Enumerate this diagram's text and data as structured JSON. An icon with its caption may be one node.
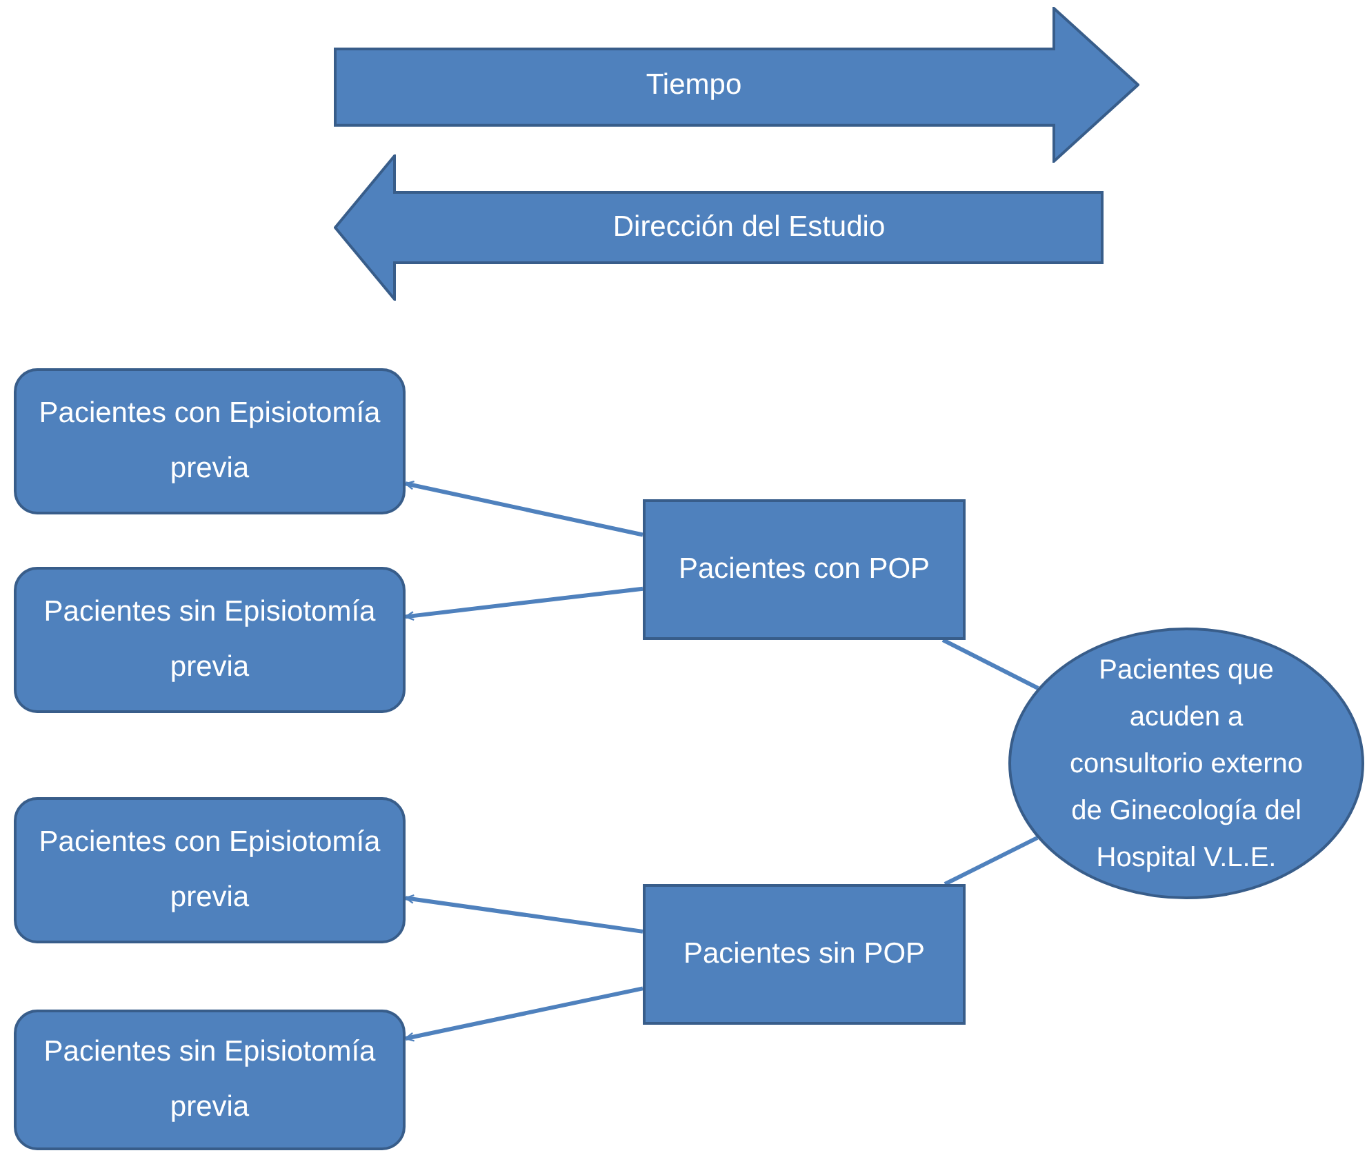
{
  "diagram": {
    "nodes": [
      {
        "text": [
          "Tiempo"
        ]
      },
      {
        "text": [
          "Dirección del Estudio"
        ]
      },
      {
        "text": [
          "Pacientes con Episiotomía previa"
        ]
      },
      {
        "text": [
          "Pacientes sin Episiotomía previa"
        ]
      },
      {
        "text": [
          "Pacientes con POP"
        ]
      },
      {
        "text": [
          "Pacientes con Episiotomía previa"
        ]
      },
      {
        "text": [
          "Pacientes sin Episiotomía previa"
        ]
      },
      {
        "text": [
          "Pacientes sin POP"
        ]
      },
      {
        "text": [
          "Pacientes que acuden a consultorio externo de Ginecología del Hospital V.L.E."
        ]
      }
    ],
    "edges": [
      {
        "from": 4,
        "to": 2,
        "arrow": "to"
      },
      {
        "from": 4,
        "to": 3,
        "arrow": "to"
      },
      {
        "from": 7,
        "to": 5,
        "arrow": "to"
      },
      {
        "from": 7,
        "to": 6,
        "arrow": "to"
      },
      {
        "from": 8,
        "to": 4,
        "arrow": "none"
      },
      {
        "from": 8,
        "to": 7,
        "arrow": "none"
      }
    ]
  }
}
